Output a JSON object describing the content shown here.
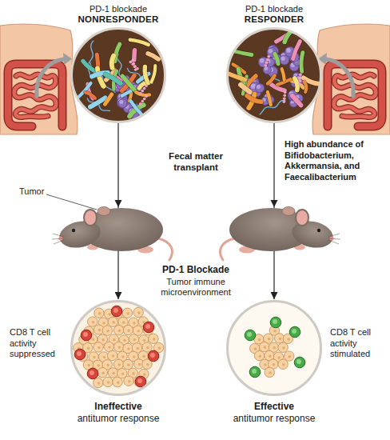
{
  "diagram": {
    "nodes": [
      {
        "text": [
          "PD-1 blockade",
          "NONRESPONDER"
        ]
      },
      {
        "text": [
          "PD-1 blockade",
          "RESPONDER"
        ]
      },
      {
        "text": [
          "CD8 T cell activity suppressed",
          "Ineffective antitumor response"
        ]
      },
      {
        "text": [
          "CD8 T cell activity stimulated",
          "Effective antitumor response"
        ]
      }
    ],
    "edges": [
      {
        "from": 0,
        "to": 2,
        "arrow": "to"
      },
      {
        "from": 1,
        "to": 3,
        "arrow": "to"
      }
    ],
    "labels": [
      "Fecal matter transplant",
      "High abundance of Bifidobacterium, Akkermansia, and Faecalibacterium",
      "Tumor",
      "PD-1 Blockade",
      "Tumor immune microenvironment"
    ]
  }
}
